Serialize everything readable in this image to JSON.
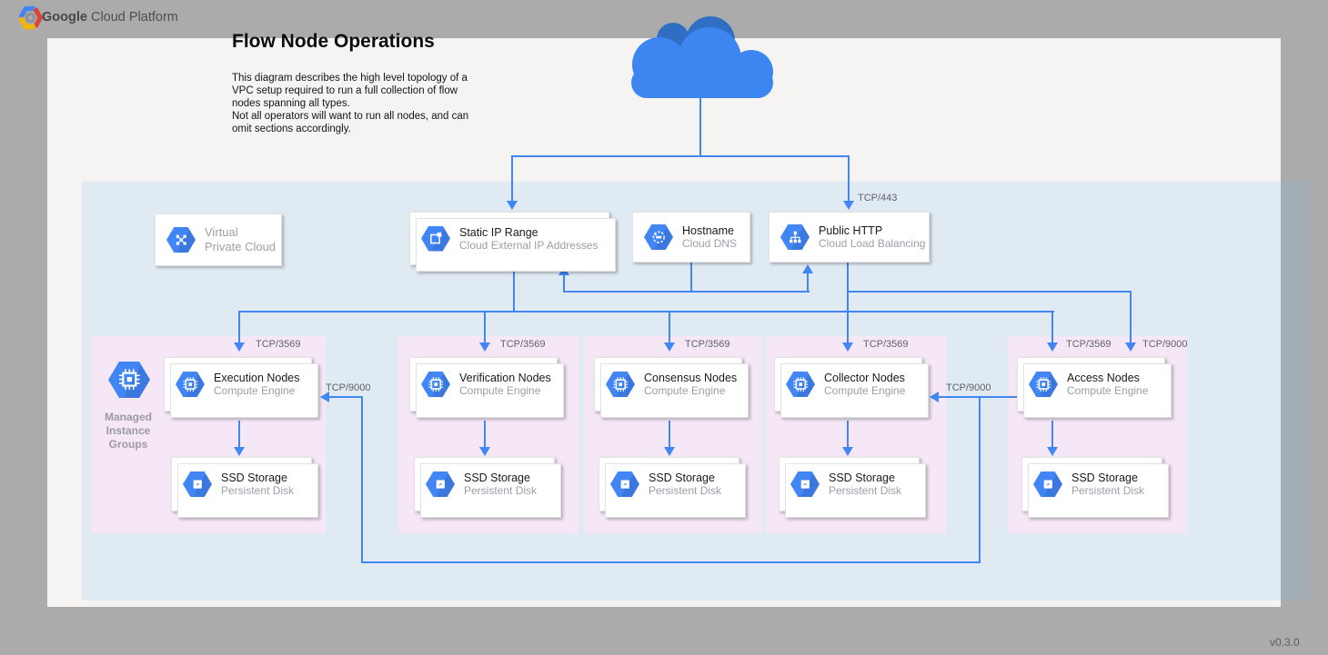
{
  "header": {
    "brand_bold": "Google",
    "brand_rest": " Cloud Platform"
  },
  "title": "Flow Node Operations",
  "description": "This diagram describes the high level topology of a\nVPC setup required to run a full collection of flow\nnodes spanning all types.\nNot all operators will want to run all nodes, and can\nomit sections accordingly.",
  "version": "v0.3.0",
  "top_services": {
    "vpc": {
      "label": "Virtual\nPrivate Cloud"
    },
    "static_ip": {
      "title": "Static IP Range",
      "subtitle": "Cloud External IP Addresses"
    },
    "hostname": {
      "title": "Hostname",
      "subtitle": "Cloud DNS"
    },
    "public_http": {
      "title": "Public HTTP",
      "subtitle": "Cloud Load Balancing"
    }
  },
  "managed_instance_groups_label": "Managed\nInstance\nGroups",
  "ports": {
    "https": "TCP/443",
    "node": "TCP/3569",
    "access": "TCP/9000"
  },
  "groups": [
    {
      "name": "Execution Nodes",
      "engine": "Compute Engine",
      "storage": "SSD Storage",
      "disk": "Persistent Disk",
      "port": "TCP/3569"
    },
    {
      "name": "Verification Nodes",
      "engine": "Compute Engine",
      "storage": "SSD Storage",
      "disk": "Persistent Disk",
      "port": "TCP/3569"
    },
    {
      "name": "Consensus Nodes",
      "engine": "Compute Engine",
      "storage": "SSD Storage",
      "disk": "Persistent Disk",
      "port": "TCP/3569"
    },
    {
      "name": "Collector Nodes",
      "engine": "Compute Engine",
      "storage": "SSD Storage",
      "disk": "Persistent Disk",
      "port": "TCP/3569"
    },
    {
      "name": "Access Nodes",
      "engine": "Compute Engine",
      "storage": "SSD Storage",
      "disk": "Persistent Disk",
      "port": "TCP/3569",
      "port2": "TCP/9000"
    }
  ],
  "colors": {
    "accent_blue": "#4285f4",
    "cloud_dark_blue": "#2f6ec2",
    "cloud_blue": "#3d85f0",
    "group_pink": "#f5e7f6",
    "vpc_region_blue": "#e3f0fb",
    "page_bg": "#f5f4f3",
    "desktop_gray": "#ababab"
  }
}
